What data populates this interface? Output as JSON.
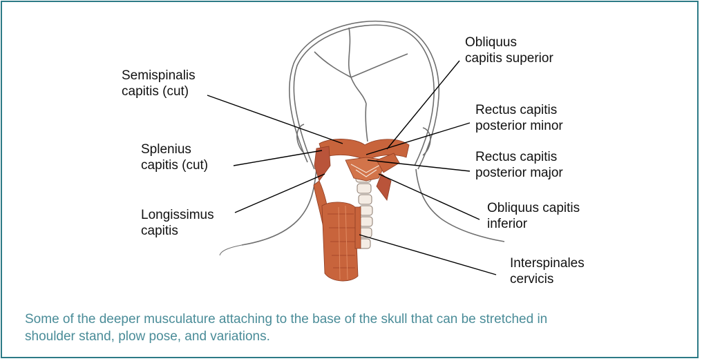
{
  "labels": {
    "semispinalis": [
      "Semispinalis",
      "capitis (cut)"
    ],
    "splenius": [
      "Splenius",
      "capitis (cut)"
    ],
    "longissimus": [
      "Longissimus",
      "capitis"
    ],
    "obliquus_superior": [
      "Obliquus",
      "capitis superior"
    ],
    "rectus_minor": [
      "Rectus capitis",
      "posterior minor"
    ],
    "rectus_major": [
      "Rectus capitis",
      "posterior major"
    ],
    "obliquus_inferior": [
      "Obliquus capitis",
      "inferior"
    ],
    "interspinales": [
      "Interspinales",
      "cervicis"
    ]
  },
  "caption": [
    "Some of the deeper musculature attaching to the base of the skull that can be stretched in",
    "shoulder stand, plow pose, and variations."
  ],
  "colors": {
    "frame": "#2c7a86",
    "caption": "#4a8c98",
    "muscle": "#c8643c",
    "muscle_dark": "#a9482a",
    "outline": "#6e6e6e"
  }
}
